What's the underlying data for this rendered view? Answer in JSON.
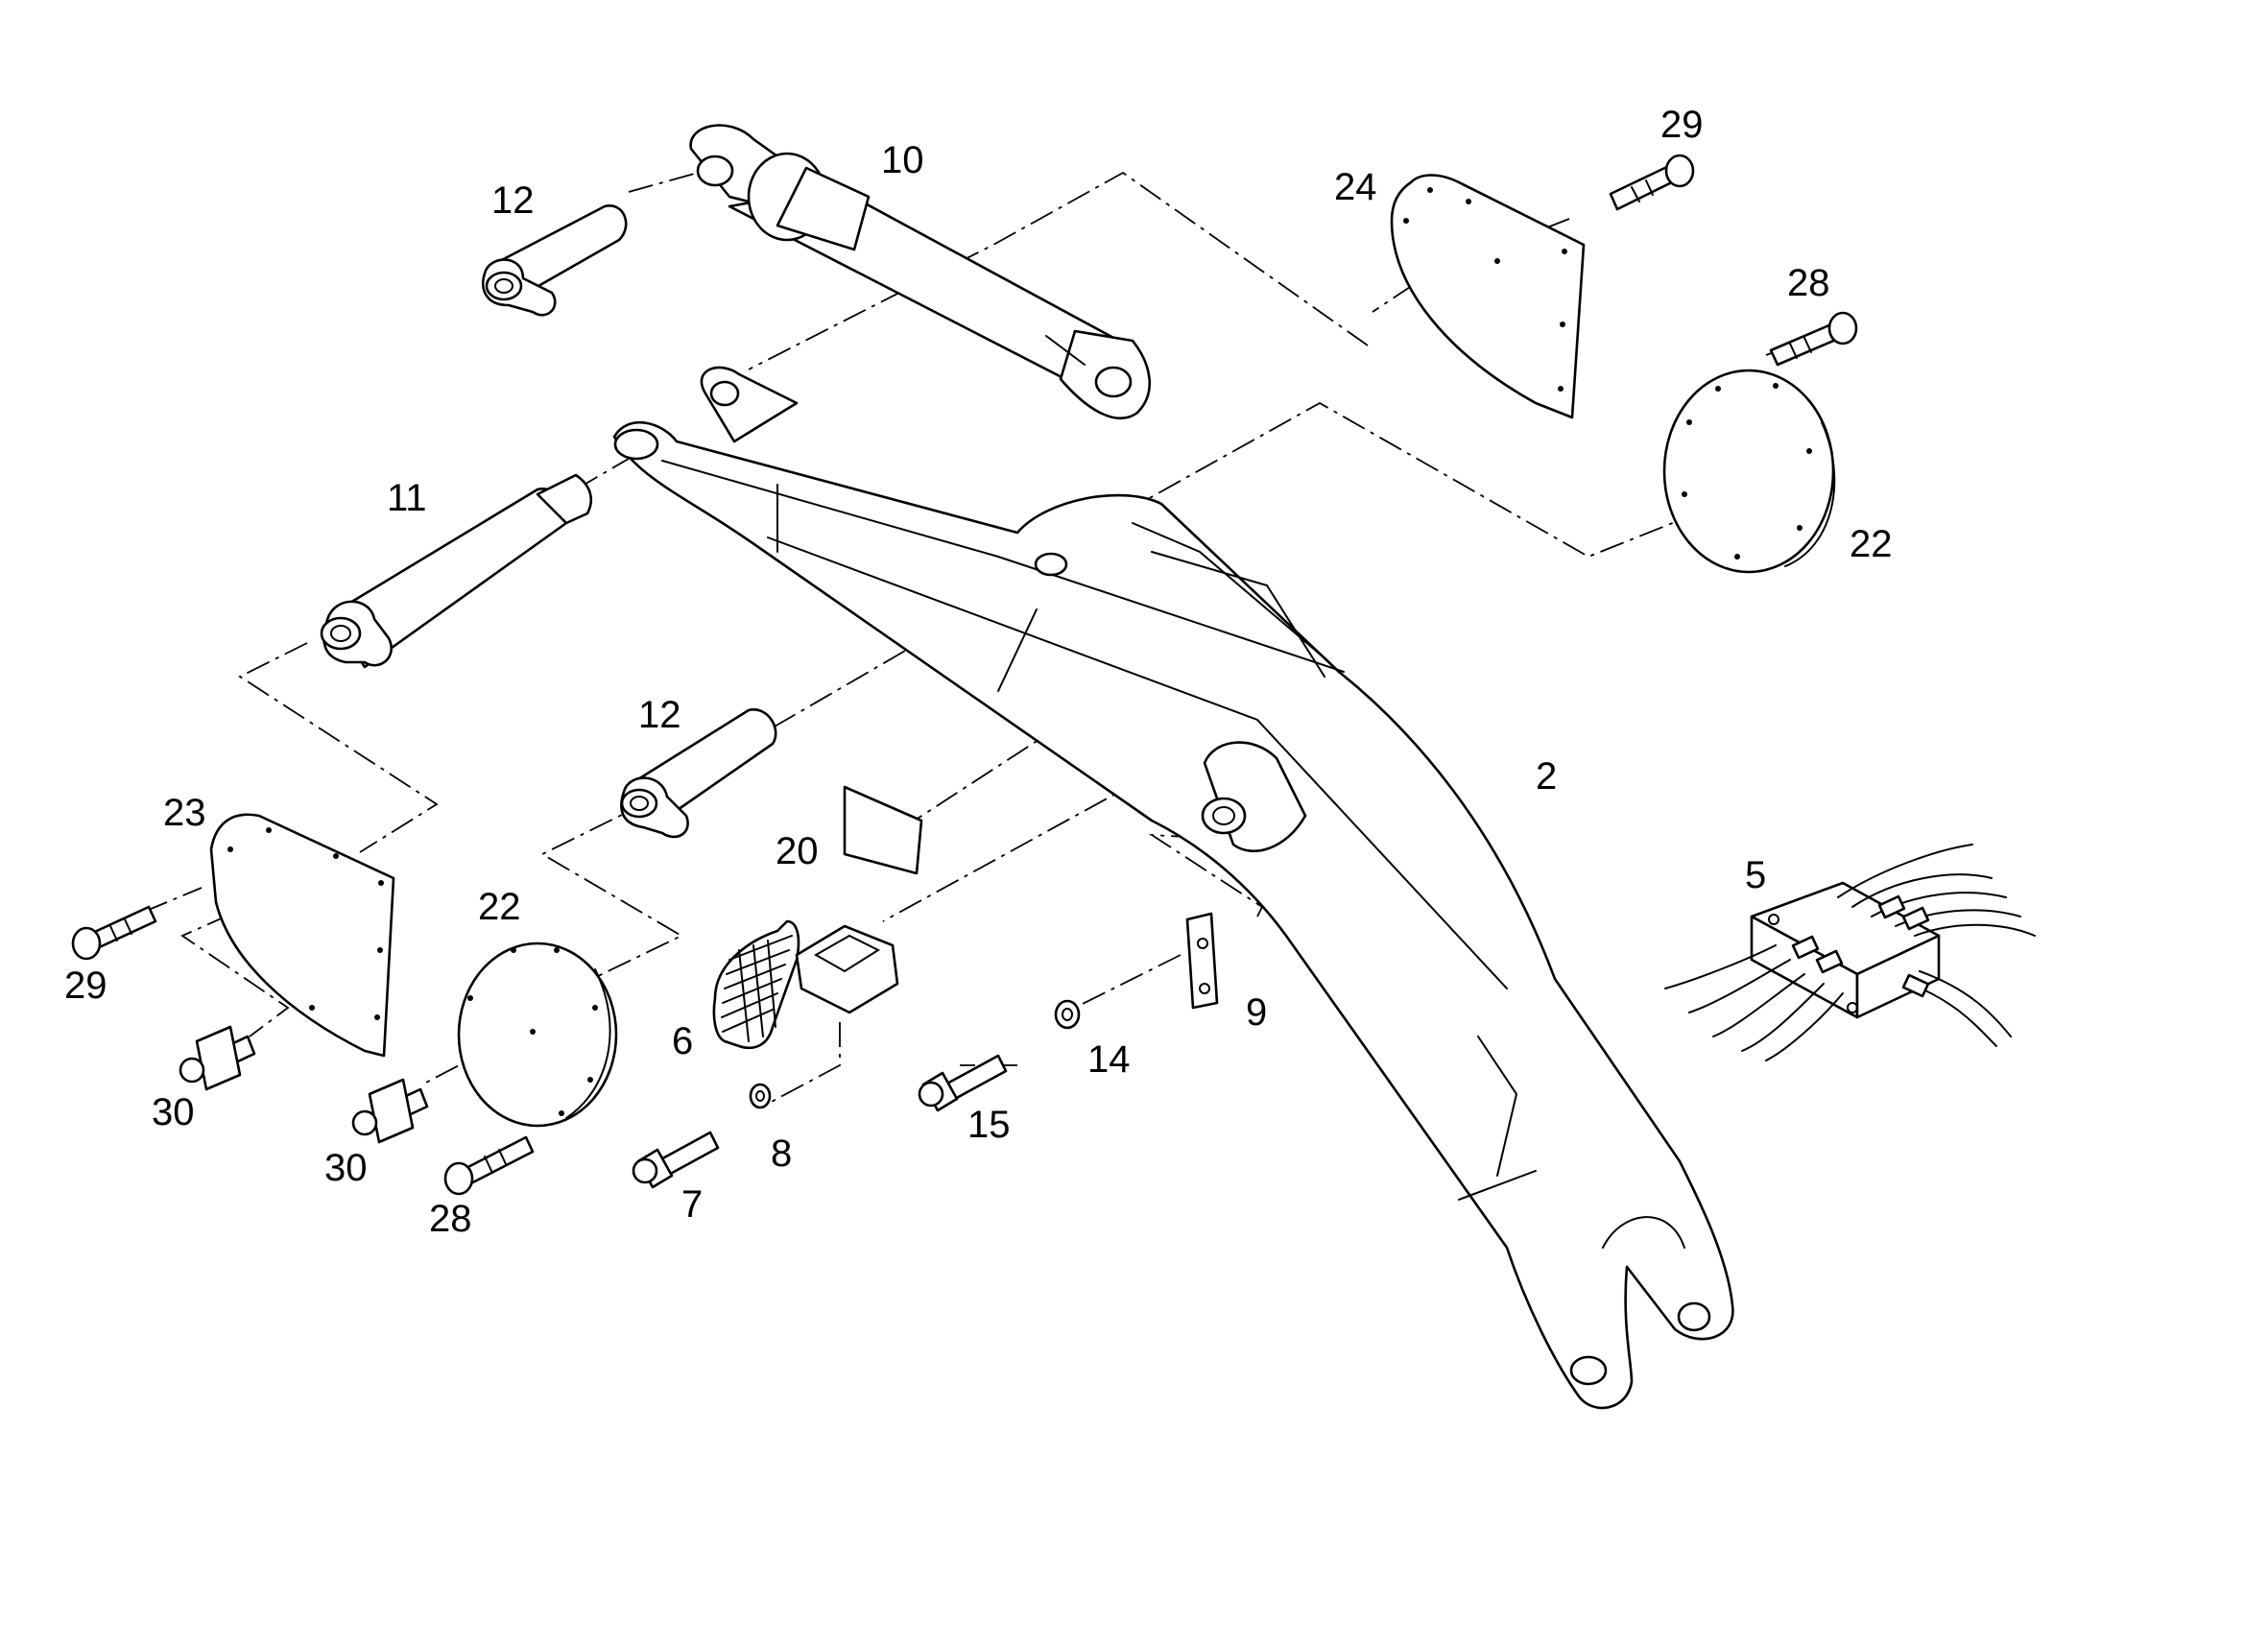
{
  "diagram": {
    "callouts": [
      {
        "key": "c10",
        "text": "10"
      },
      {
        "key": "c12a",
        "text": "12"
      },
      {
        "key": "c29a",
        "text": "29"
      },
      {
        "key": "c24",
        "text": "24"
      },
      {
        "key": "c28a",
        "text": "28"
      },
      {
        "key": "c22a",
        "text": "22"
      },
      {
        "key": "c11",
        "text": "11"
      },
      {
        "key": "c12b",
        "text": "12"
      },
      {
        "key": "c2",
        "text": "2"
      },
      {
        "key": "c23",
        "text": "23"
      },
      {
        "key": "c20",
        "text": "20"
      },
      {
        "key": "c5",
        "text": "5"
      },
      {
        "key": "c22b",
        "text": "22"
      },
      {
        "key": "c29b",
        "text": "29"
      },
      {
        "key": "c6",
        "text": "6"
      },
      {
        "key": "c9",
        "text": "9"
      },
      {
        "key": "c14",
        "text": "14"
      },
      {
        "key": "c30a",
        "text": "30"
      },
      {
        "key": "c15",
        "text": "15"
      },
      {
        "key": "c30b",
        "text": "30"
      },
      {
        "key": "c8",
        "text": "8"
      },
      {
        "key": "c28b",
        "text": "28"
      },
      {
        "key": "c7",
        "text": "7"
      }
    ],
    "parts": [
      {
        "icon": "boom-arm-icon",
        "callout": "2"
      },
      {
        "icon": "hydraulic-valve-block-icon",
        "callout": "5"
      },
      {
        "icon": "step-grating-icon",
        "callout": "6"
      },
      {
        "icon": "hex-bolt-icon",
        "callout": "7"
      },
      {
        "icon": "washer-icon",
        "callout": "8"
      },
      {
        "icon": "plate-icon",
        "callout": "9"
      },
      {
        "icon": "hydraulic-cylinder-icon",
        "callout": "10"
      },
      {
        "icon": "pin-icon",
        "callout": "11"
      },
      {
        "icon": "pin-icon",
        "callout": "12"
      },
      {
        "icon": "washer-icon",
        "callout": "14"
      },
      {
        "icon": "hex-bolt-icon",
        "callout": "15"
      },
      {
        "icon": "decal-label-icon",
        "callout": "20"
      },
      {
        "icon": "round-cover-icon",
        "callout": "22"
      },
      {
        "icon": "cover-plate-icon",
        "callout": "23"
      },
      {
        "icon": "cover-plate-icon",
        "callout": "24"
      },
      {
        "icon": "socket-screw-icon",
        "callout": "28"
      },
      {
        "icon": "socket-screw-icon",
        "callout": "29"
      },
      {
        "icon": "grease-nipple-icon",
        "callout": "30"
      }
    ]
  }
}
